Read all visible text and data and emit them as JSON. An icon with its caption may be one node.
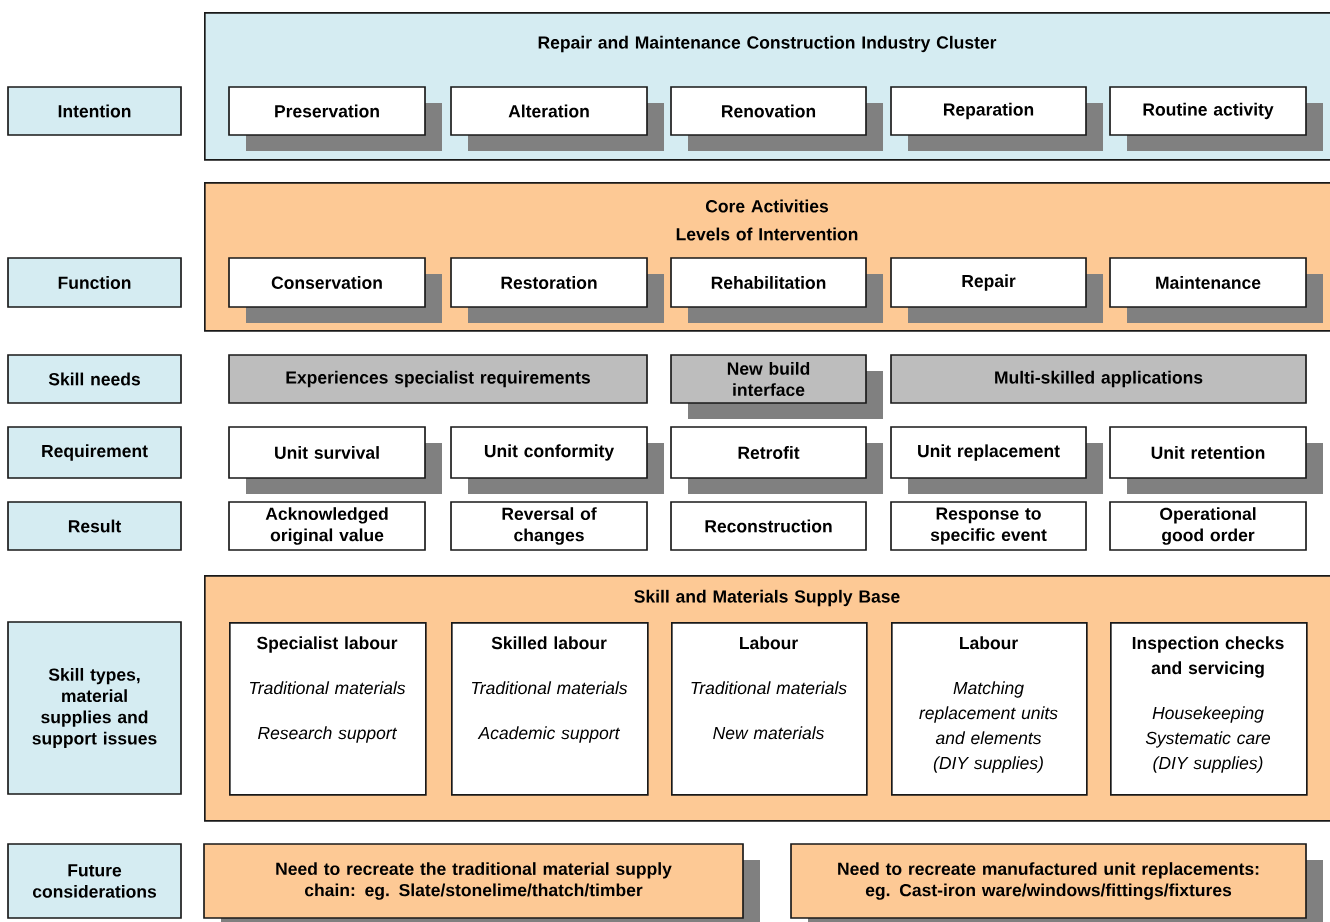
{
  "diagram": {
    "nodes": [
      {
        "text": [
          "Intention"
        ]
      },
      {
        "text": [
          "Repair and Maintenance Construction Industry Cluster"
        ]
      },
      {
        "text": [
          "Preservation"
        ],
        "in": 1
      },
      {
        "text": [
          "Alteration"
        ],
        "in": 1
      },
      {
        "text": [
          "Renovation"
        ],
        "in": 1
      },
      {
        "text": [
          "Reparation"
        ],
        "in": 1
      },
      {
        "text": [
          "Routine activity"
        ],
        "in": 1
      },
      {
        "text": [
          "Function"
        ]
      },
      {
        "text": [
          "Core Activities",
          "Levels of Intervention"
        ]
      },
      {
        "text": [
          "Conservation"
        ],
        "in": 8
      },
      {
        "text": [
          "Restoration"
        ],
        "in": 8
      },
      {
        "text": [
          "Rehabilitation"
        ],
        "in": 8
      },
      {
        "text": [
          "Repair"
        ],
        "in": 8
      },
      {
        "text": [
          "Maintenance"
        ],
        "in": 8
      },
      {
        "text": [
          "Skill needs"
        ]
      },
      {
        "text": [
          "Experiences specialist requirements"
        ]
      },
      {
        "text": [
          "New build interface"
        ]
      },
      {
        "text": [
          "Multi-skilled applications"
        ]
      },
      {
        "text": [
          "Requirement"
        ]
      },
      {
        "text": [
          "Unit survival"
        ]
      },
      {
        "text": [
          "Unit conformity"
        ]
      },
      {
        "text": [
          "Retrofit"
        ]
      },
      {
        "text": [
          "Unit replacement"
        ]
      },
      {
        "text": [
          "Unit retention"
        ]
      },
      {
        "text": [
          "Result"
        ]
      },
      {
        "text": [
          "Acknowledged original value"
        ]
      },
      {
        "text": [
          "Reversal of changes"
        ]
      },
      {
        "text": [
          "Reconstruction"
        ]
      },
      {
        "text": [
          "Response to specific event"
        ]
      },
      {
        "text": [
          "Operational good order"
        ]
      },
      {
        "text": [
          "Skill types, material supplies and support issues"
        ]
      },
      {
        "text": [
          "Skill and Materials Supply Base"
        ]
      },
      {
        "text": [
          "Specialist labour",
          "Traditional materials",
          "Research support"
        ],
        "in": 31
      },
      {
        "text": [
          "Skilled labour",
          "Traditional materials",
          "Academic support"
        ],
        "in": 31
      },
      {
        "text": [
          "Labour",
          "Traditional materials",
          "New materials"
        ],
        "in": 31
      },
      {
        "text": [
          "Labour",
          "Matching replacement units and elements (DIY supplies)"
        ],
        "in": 31
      },
      {
        "text": [
          "Inspection checks and servicing",
          "Housekeeping Systematic care (DIY supplies)"
        ],
        "in": 31
      },
      {
        "text": [
          "Future considerations"
        ]
      },
      {
        "text": [
          "Need to recreate the traditional material supply chain: eg. Slate/stonelime/thatch/timber"
        ]
      },
      {
        "text": [
          "Need to recreate manufactured unit replacements: eg. Cast-iron ware/windows/fittings/fixtures"
        ]
      }
    ]
  }
}
